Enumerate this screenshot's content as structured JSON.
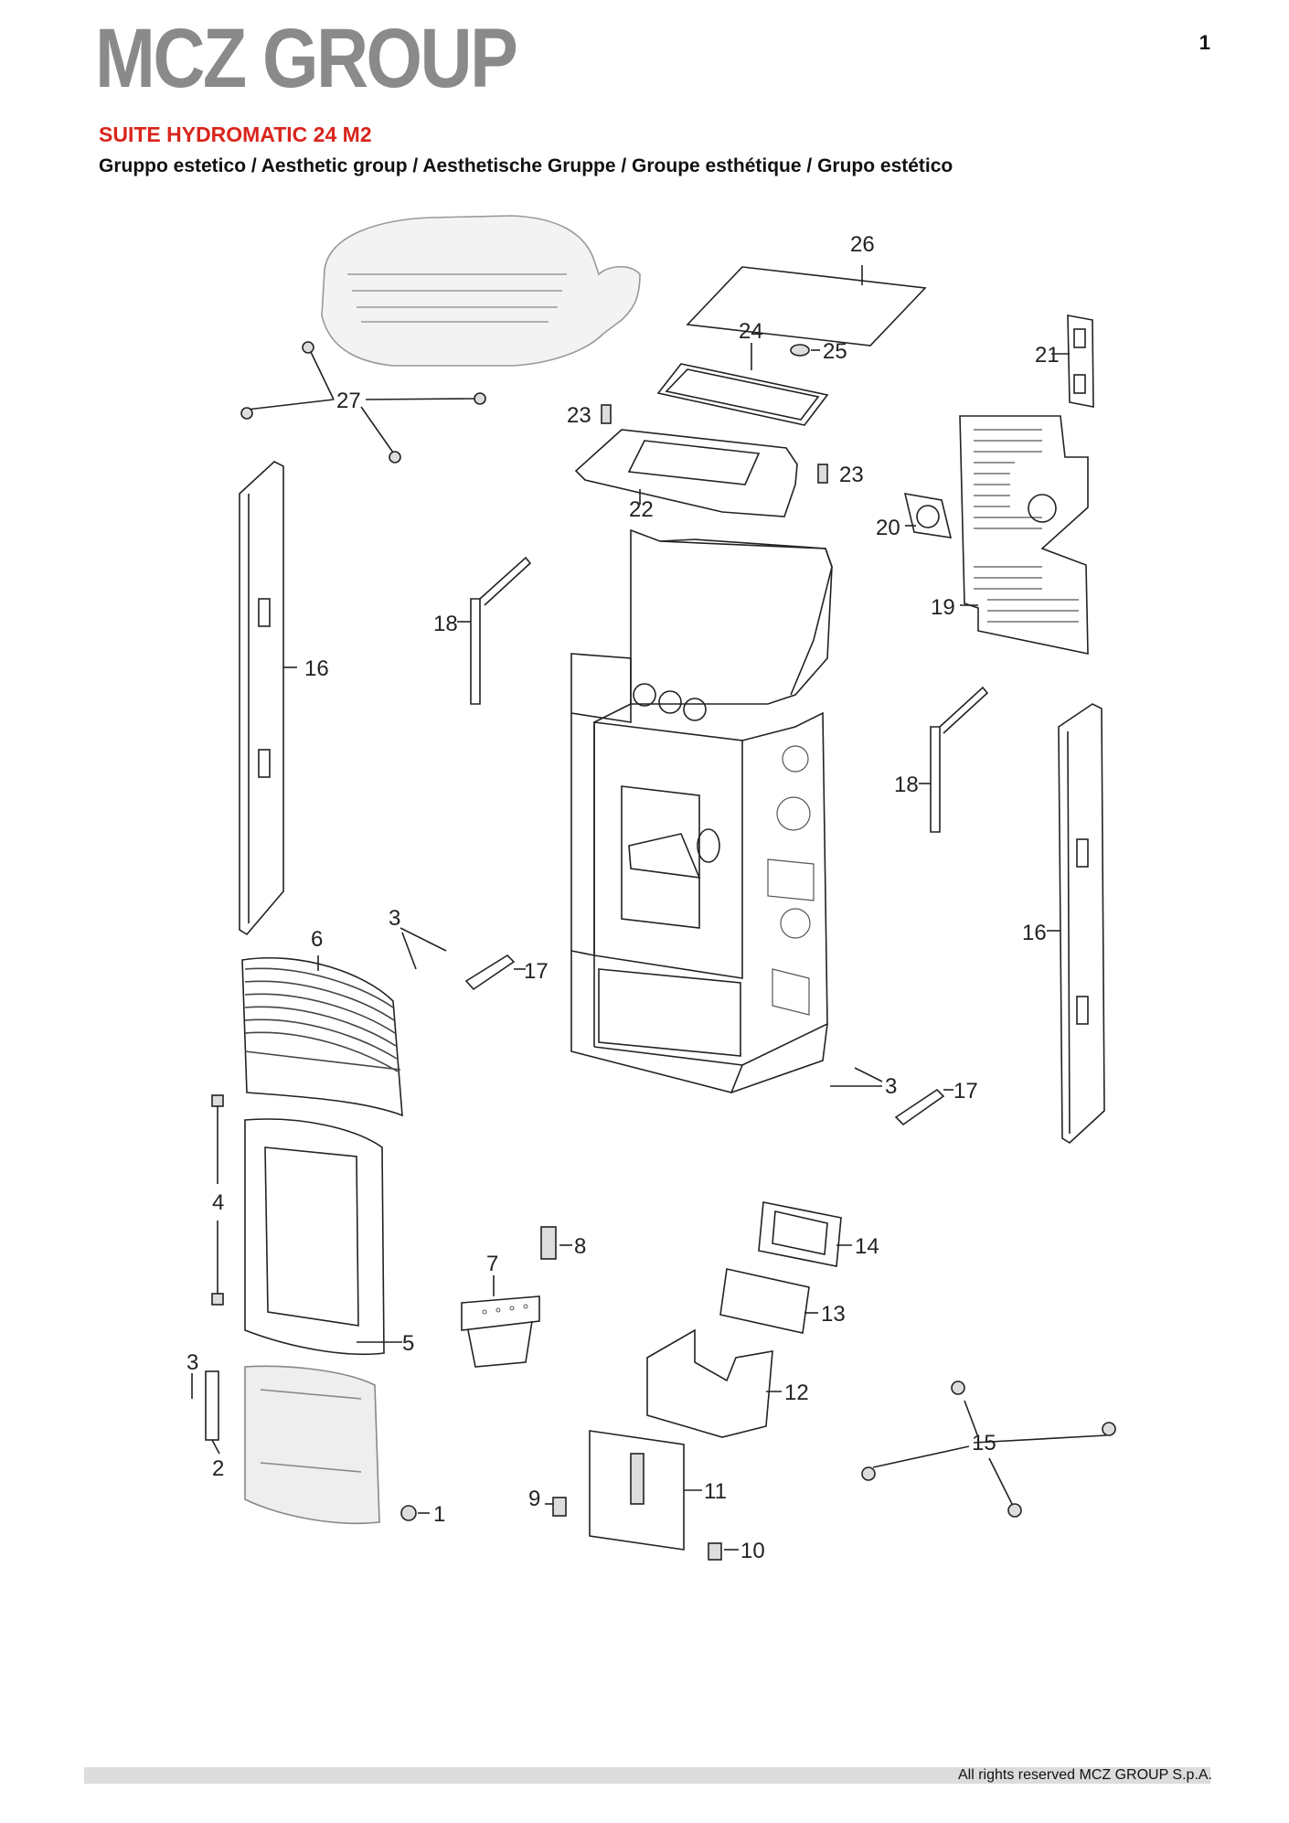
{
  "header": {
    "brand": "MCZ GROUP",
    "page_number": "1",
    "model": "SUITE HYDROMATIC 24 M2",
    "subtitle": "Gruppo estetico / Aesthetic group / Aesthetische Gruppe / Groupe esthétique / Grupo estético"
  },
  "callouts": {
    "c26": "26",
    "c24": "24",
    "c25": "25",
    "c21": "21",
    "c27": "27",
    "c23a": "23",
    "c23b": "23",
    "c22": "22",
    "c20": "20",
    "c19": "19",
    "c18a": "18",
    "c18b": "18",
    "c16a": "16",
    "c16b": "16",
    "c3a": "3",
    "c3b": "3",
    "c3c": "3",
    "c6": "6",
    "c17a": "17",
    "c17b": "17",
    "c4": "4",
    "c8": "8",
    "c7": "7",
    "c14": "14",
    "c13": "13",
    "c5": "5",
    "c12": "12",
    "c2": "2",
    "c15": "15",
    "c9": "9",
    "c11": "11",
    "c1": "1",
    "c10": "10"
  },
  "footer": {
    "copyright": "All rights reserved MCZ GROUP S.p.A."
  },
  "colors": {
    "brand_gray": "#8a8a8a",
    "model_red": "#d9251c",
    "line": "#222222",
    "footer_bar": "#dcdcdc"
  }
}
